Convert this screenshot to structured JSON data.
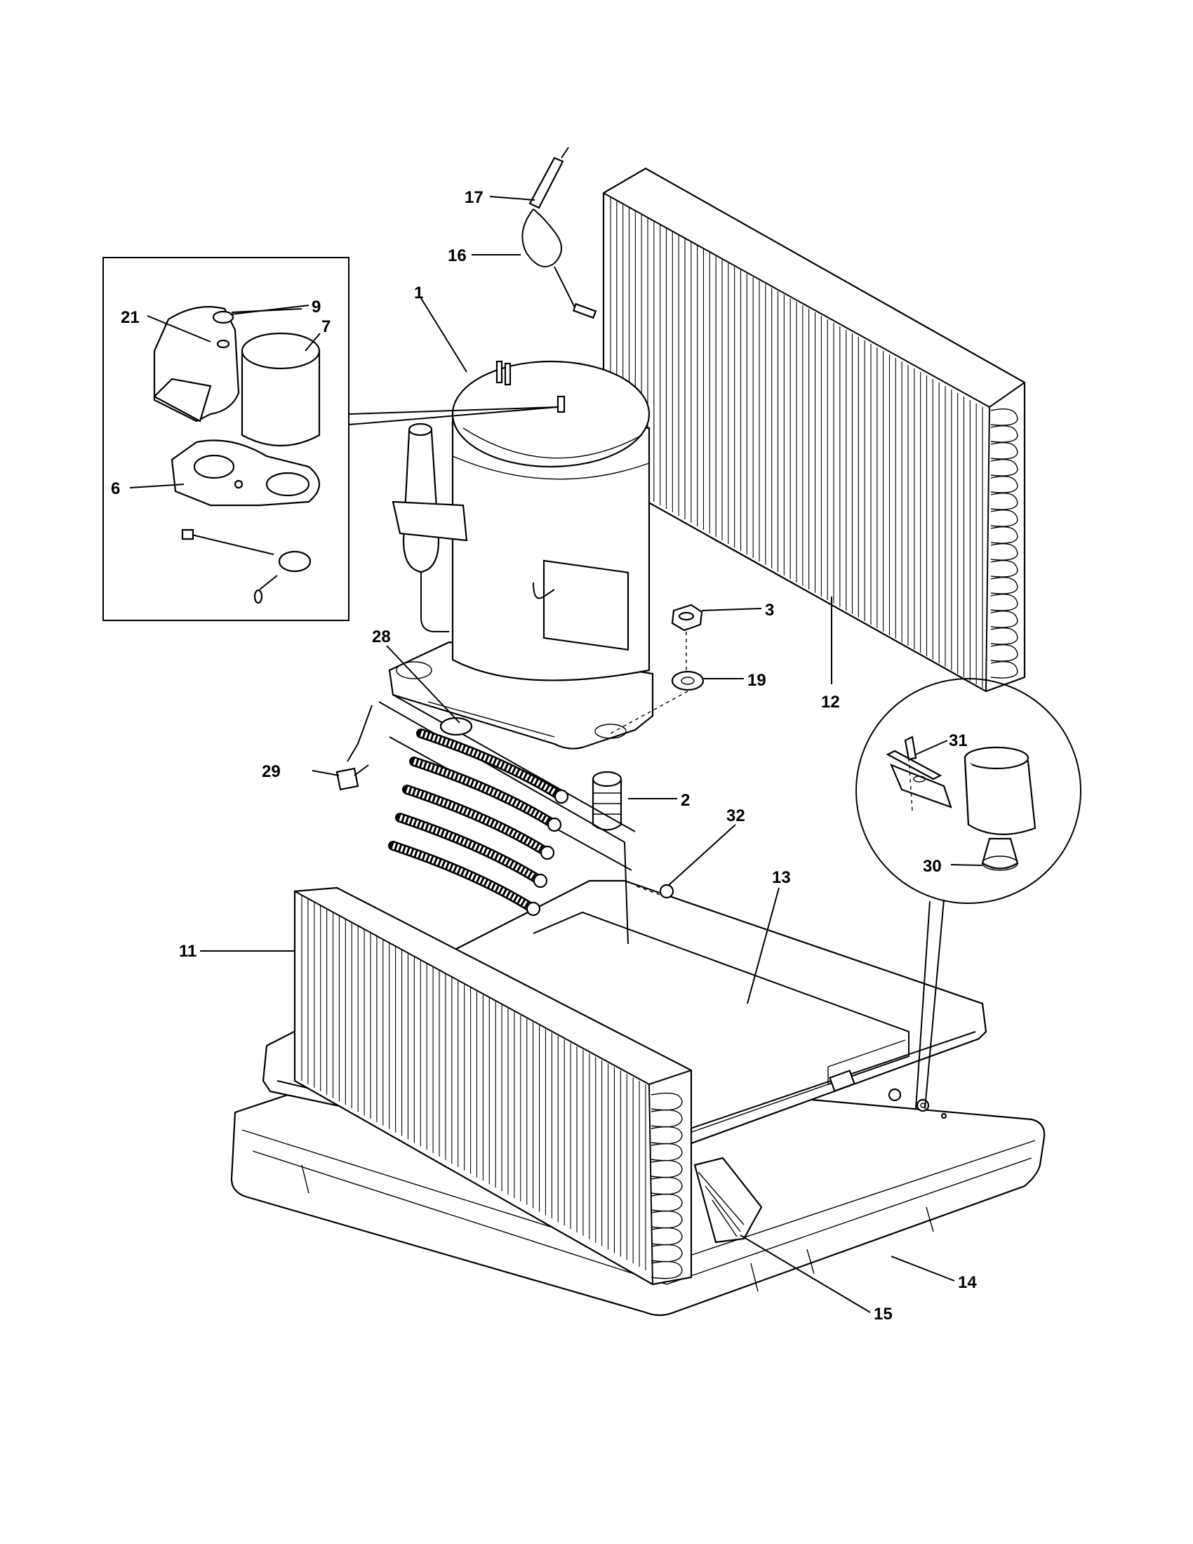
{
  "callouts": {
    "c1": "1",
    "c2": "2",
    "c3": "3",
    "c6": "6",
    "c7": "7",
    "c9": "9",
    "c11": "11",
    "c12": "12",
    "c13": "13",
    "c14": "14",
    "c15": "15",
    "c16": "16",
    "c17": "17",
    "c19": "19",
    "c21": "21",
    "c28": "28",
    "c29": "29",
    "c30": "30",
    "c31": "31",
    "c32": "32"
  }
}
